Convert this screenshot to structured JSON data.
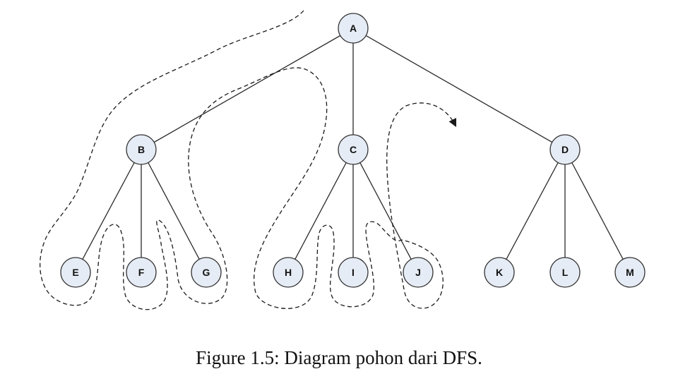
{
  "figure": {
    "caption": "Figure 1.5: Diagram pohon dari DFS."
  },
  "tree": {
    "nodes": [
      {
        "id": "A",
        "label": "A"
      },
      {
        "id": "B",
        "label": "B"
      },
      {
        "id": "C",
        "label": "C"
      },
      {
        "id": "D",
        "label": "D"
      },
      {
        "id": "E",
        "label": "E"
      },
      {
        "id": "F",
        "label": "F"
      },
      {
        "id": "G",
        "label": "G"
      },
      {
        "id": "H",
        "label": "H"
      },
      {
        "id": "I",
        "label": "I"
      },
      {
        "id": "J",
        "label": "J"
      },
      {
        "id": "K",
        "label": "K"
      },
      {
        "id": "L",
        "label": "L"
      },
      {
        "id": "M",
        "label": "M"
      }
    ],
    "edges": [
      [
        "A",
        "B"
      ],
      [
        "A",
        "C"
      ],
      [
        "A",
        "D"
      ],
      [
        "B",
        "E"
      ],
      [
        "B",
        "F"
      ],
      [
        "B",
        "G"
      ],
      [
        "C",
        "H"
      ],
      [
        "C",
        "I"
      ],
      [
        "C",
        "J"
      ],
      [
        "D",
        "K"
      ],
      [
        "D",
        "L"
      ],
      [
        "D",
        "M"
      ]
    ]
  },
  "colors": {
    "node_fill": "#e6ecf5",
    "node_stroke": "#333333",
    "edge": "#2a2a2a",
    "traversal_path": "#1a1a1a"
  }
}
